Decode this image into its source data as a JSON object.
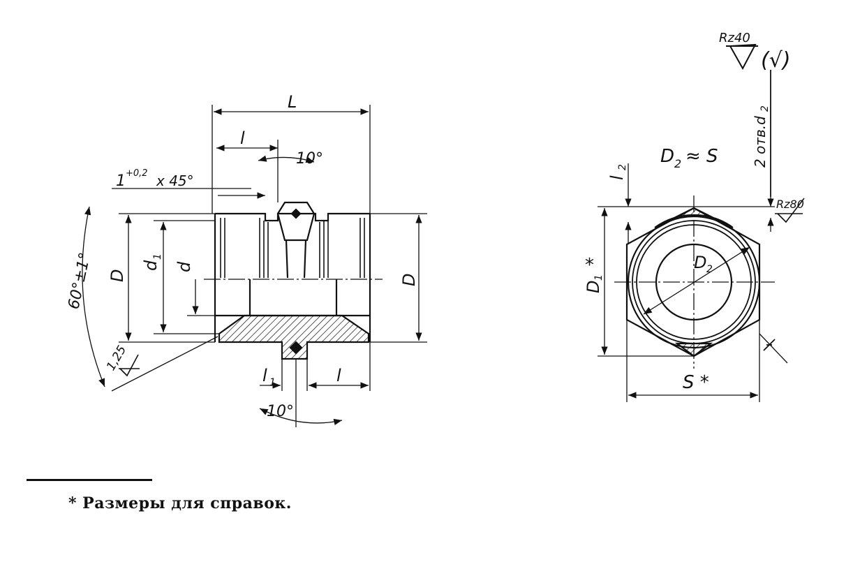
{
  "labels": {
    "L_overall": "L",
    "l_left": "l",
    "angle_top": "10°",
    "chamfer": "1",
    "chamfer_tol": "+0,2",
    "chamfer_rest": "x 45°",
    "angle_cone": "60°±1°",
    "D_left": "D",
    "d1": "d",
    "d1_sub": "1",
    "d": "d",
    "D_right": "D",
    "rough_125": "1,25",
    "l1": "l",
    "l1_sub": "1",
    "l_bottom": "l",
    "angle_bottom": "10°",
    "D2_eq": "D",
    "D2_eq_sub": "2",
    "D2_eq_rest": "≈ S",
    "l2": "l",
    "l2_sub": "2",
    "holes": "2 отв.d",
    "holes_sub": "2",
    "rz80": "Rz80",
    "D2_inner": "D",
    "D2_inner_sub": "2",
    "D1": "D",
    "D1_sub": "1",
    "D1_star": "*",
    "S_star": "S *",
    "rz40": "Rz40",
    "check_paren": "(√)"
  },
  "footnote": "* Размеры для справок."
}
